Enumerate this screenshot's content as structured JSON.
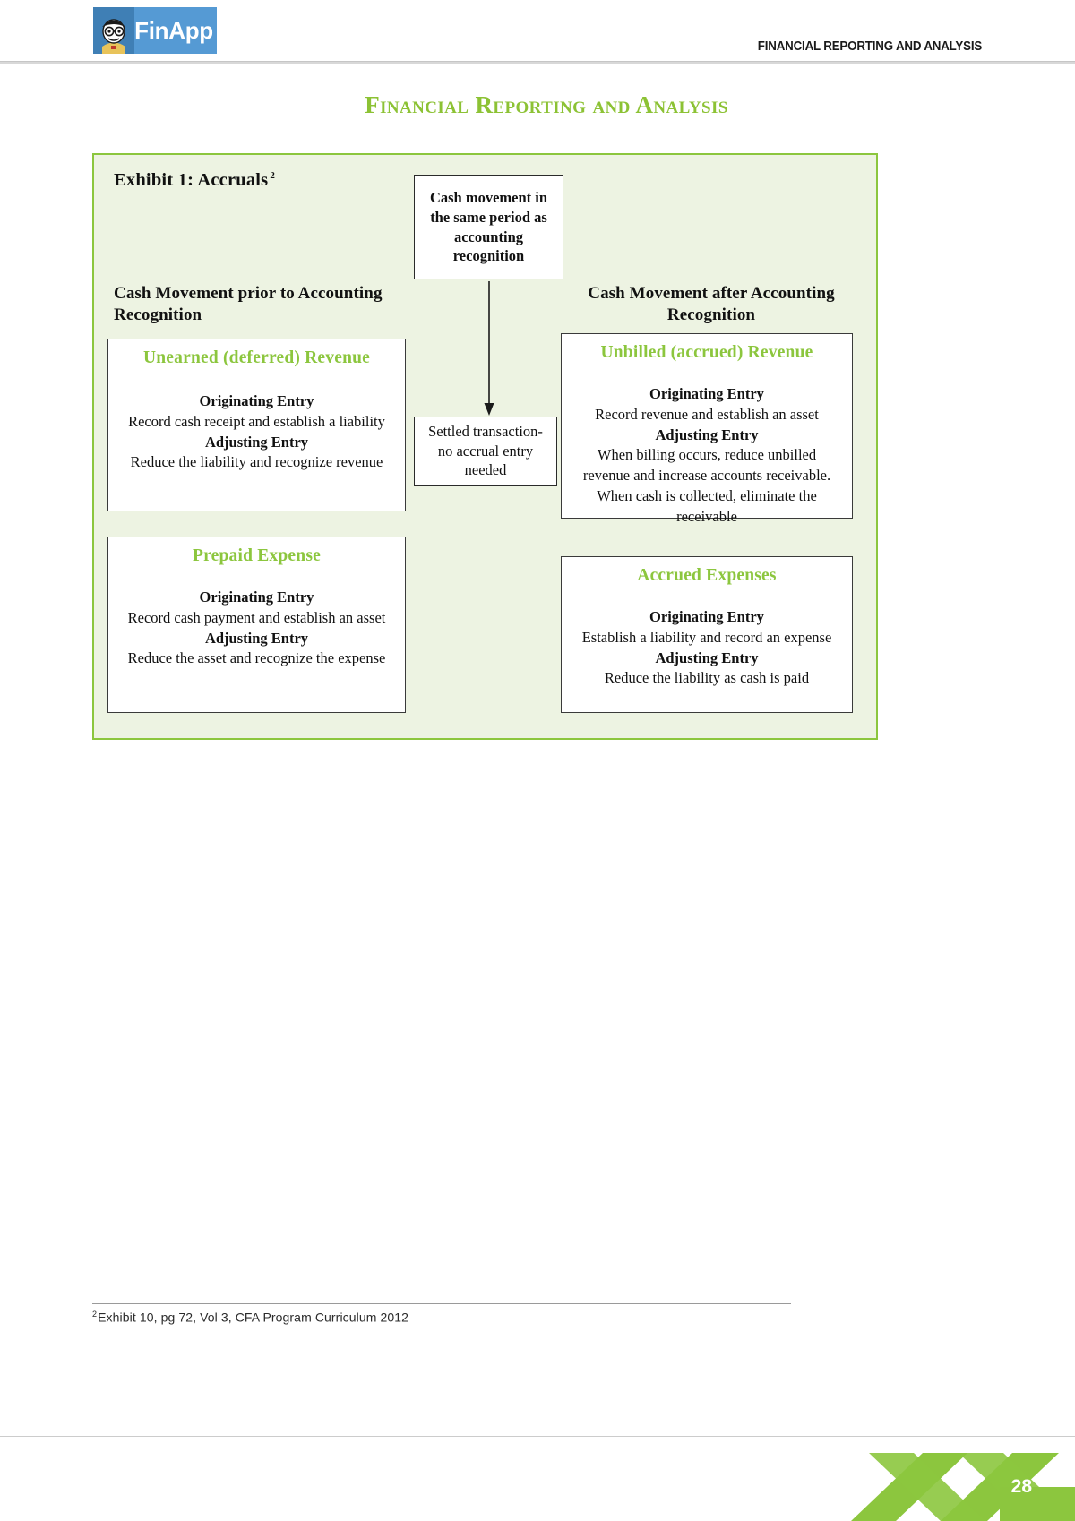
{
  "header": {
    "logo_text": "FinApp",
    "logo_icon": "avatar-face-icon",
    "running_head": "FINANCIAL REPORTING AND ANALYSIS"
  },
  "title": "Financial Reporting and Analysis",
  "exhibit": {
    "label": "Exhibit 1: Accruals",
    "footnote_marker": "2",
    "center_top_box": "Cash movement in the same period as accounting recognition",
    "center_bottom_box": "Settled transaction- no accrual entry needed",
    "arrow_icon": "down-arrow-icon",
    "left_heading": "Cash Movement prior to Accounting Recognition",
    "right_heading": "Cash Movement after Accounting Recognition",
    "boxes": {
      "unearned": {
        "title": "Unearned (deferred) Revenue",
        "originating_label": "Originating Entry",
        "originating_text": "Record cash receipt and establish a liability",
        "adjusting_label": "Adjusting Entry",
        "adjusting_text": "Reduce the liability and recognize revenue"
      },
      "prepaid": {
        "title": "Prepaid Expense",
        "originating_label": "Originating Entry",
        "originating_text": "Record cash payment and establish an asset",
        "adjusting_label": "Adjusting Entry",
        "adjusting_text": "Reduce the asset and recognize the expense"
      },
      "unbilled": {
        "title": "Unbilled (accrued) Revenue",
        "originating_label": "Originating Entry",
        "originating_text": "Record revenue and establish an asset",
        "adjusting_label": "Adjusting Entry",
        "adjusting_text": "When billing occurs, reduce unbilled revenue and increase accounts receivable. When cash is collected, eliminate the receivable"
      },
      "accrued": {
        "title": "Accrued Expenses",
        "originating_label": "Originating Entry",
        "originating_text": "Establish a liability and record an expense",
        "adjusting_label": "Adjusting Entry",
        "adjusting_text": "Reduce the liability as cash is paid"
      }
    }
  },
  "footnote": {
    "marker": "2",
    "text": "Exhibit 10, pg 72, Vol 3, CFA Program Curriculum 2012"
  },
  "footer": {
    "page_number": "28"
  },
  "colors": {
    "brand_green": "#8cc63e",
    "panel_bg": "#edf3e2",
    "logo_blue": "#559ad4"
  }
}
